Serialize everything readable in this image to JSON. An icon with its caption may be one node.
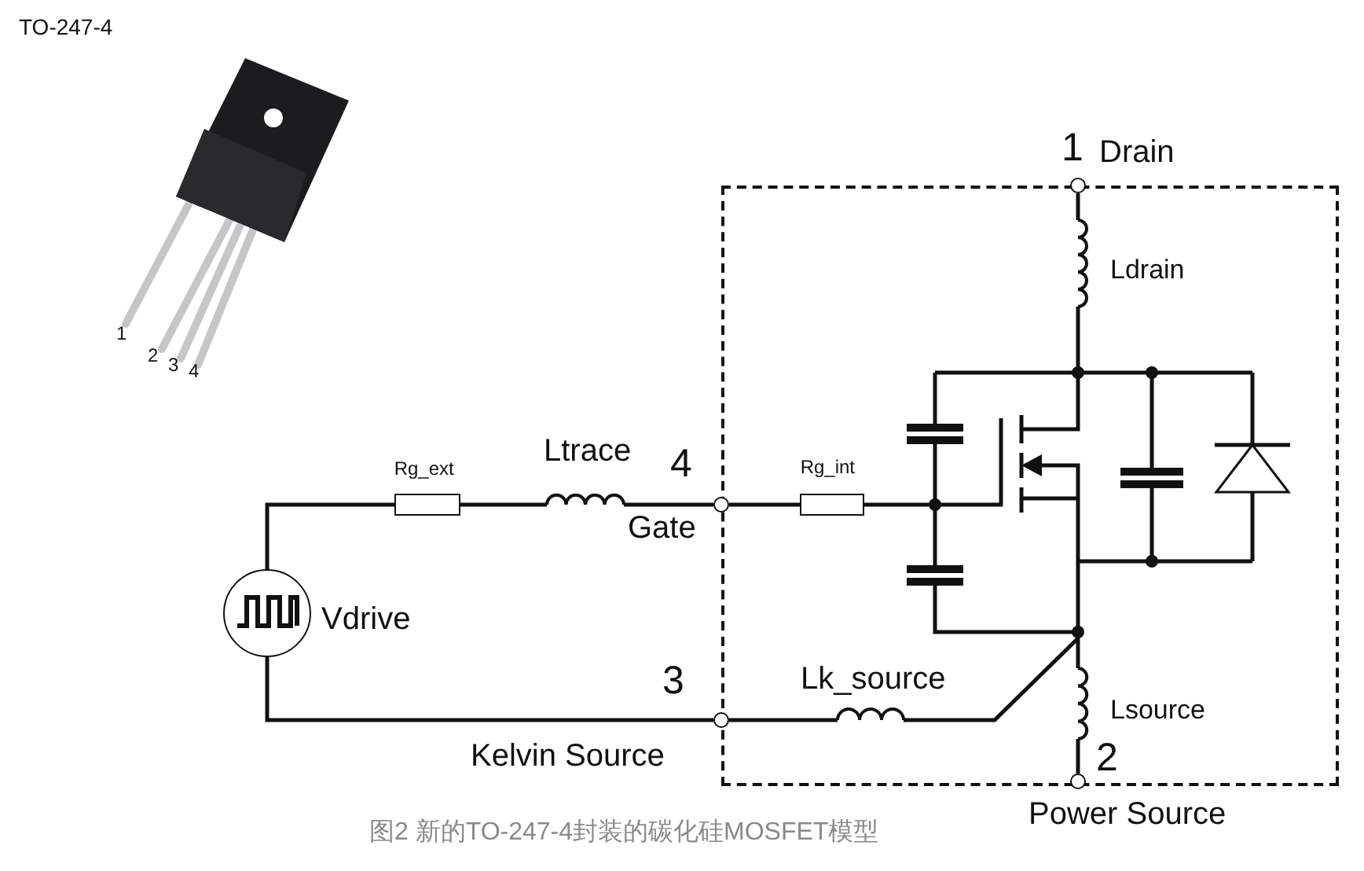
{
  "diagram": {
    "title": "TO-247-4",
    "caption": "图2 新的TO-247-4封装的碳化硅MOSFET模型",
    "nodes": [
      {
        "text": [],
        "shape": "box"
      },
      {
        "text": [
          "1",
          "Drain"
        ]
      },
      {
        "text": [
          "4",
          "Gate"
        ]
      },
      {
        "text": [
          "3",
          "Kelvin Source"
        ]
      },
      {
        "text": [
          "2",
          "Power Source"
        ]
      },
      {
        "text": [
          "Vdrive"
        ]
      },
      {
        "text": [
          "Rg_ext"
        ]
      },
      {
        "text": [
          "Ltrace"
        ]
      },
      {
        "text": [
          "Rg_int"
        ],
        "in": 0
      },
      {
        "text": [
          "Ldrain"
        ],
        "in": 0
      },
      {
        "text": [
          "Lsource"
        ],
        "in": 0
      },
      {
        "text": [
          "Lk_source"
        ],
        "in": 0
      },
      {
        "text": [],
        "shape": "picture",
        "in": 0
      }
    ],
    "edges": [
      {
        "from": 1,
        "to": 9,
        "arrow": "none"
      },
      {
        "from": 9,
        "to": 12,
        "arrow": "none"
      },
      {
        "from": 2,
        "to": 8,
        "arrow": "none"
      },
      {
        "from": 8,
        "to": 12,
        "arrow": "none"
      },
      {
        "from": 12,
        "to": 10,
        "arrow": "none"
      },
      {
        "from": 10,
        "to": 4,
        "arrow": "none"
      },
      {
        "from": 12,
        "to": 11,
        "arrow": "none"
      },
      {
        "from": 11,
        "to": 3,
        "arrow": "none"
      },
      {
        "from": 5,
        "to": 6,
        "arrow": "none"
      },
      {
        "from": 6,
        "to": 7,
        "arrow": "none"
      },
      {
        "from": 7,
        "to": 2,
        "arrow": "none"
      },
      {
        "from": 5,
        "to": 3,
        "arrow": "none"
      }
    ],
    "labels": [
      "1",
      "2",
      "3",
      "4"
    ]
  }
}
